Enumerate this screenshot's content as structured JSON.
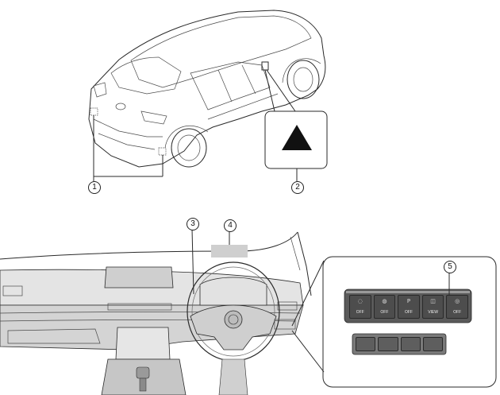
{
  "callouts": [
    {
      "id": "1",
      "label": "1"
    },
    {
      "id": "2",
      "label": "2"
    },
    {
      "id": "3",
      "label": "3"
    },
    {
      "id": "4",
      "label": "4"
    },
    {
      "id": "5",
      "label": "5"
    }
  ],
  "switch_panel": {
    "buttons": [
      {
        "label": "OFF"
      },
      {
        "label": "OFF"
      },
      {
        "label": "OFF"
      },
      {
        "label": "VIEW"
      },
      {
        "label": "OFF"
      }
    ],
    "lower_buttons": [
      {
        "label": ""
      },
      {
        "label": ""
      },
      {
        "label": ""
      },
      {
        "label": ""
      }
    ]
  },
  "colors": {
    "line": "#2a2a2a",
    "warning_triangle": "#111111",
    "dash_fill": "#d9d9d9",
    "screen_fill": "#e6e6e6",
    "panel_button": "#4d4d4d",
    "highlight": "#cfcfcf"
  },
  "icons": {
    "warning": "warning-triangle-icon"
  }
}
